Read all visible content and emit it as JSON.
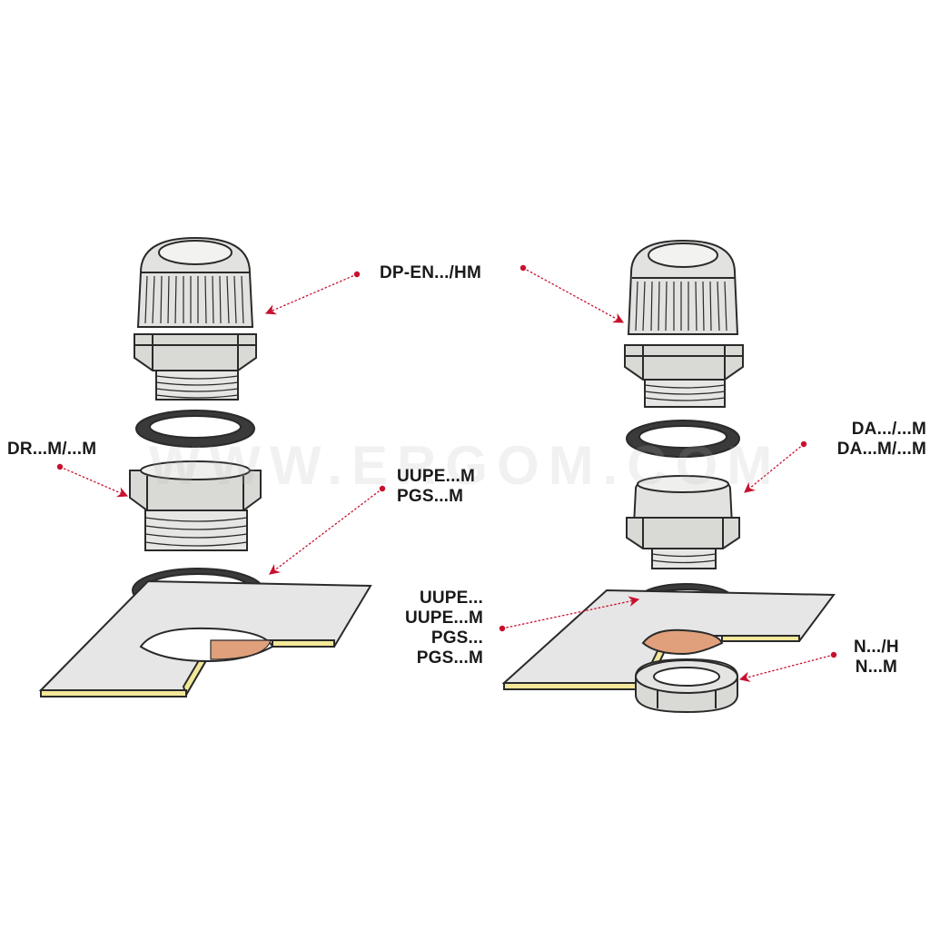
{
  "watermark": "WWW.ERGOM.COM",
  "labels": {
    "dp_en": "DP-EN.../HM",
    "dr": "DR...M/...M",
    "uupe_left": [
      "UUPE...M",
      "PGS...M"
    ],
    "da": [
      "DA.../...M",
      "DA...M/...M"
    ],
    "uupe_right": [
      "UUPE...",
      "UUPE...M",
      "PGS...",
      "PGS...M"
    ],
    "n": [
      "N.../H",
      "N...M"
    ]
  },
  "colors": {
    "outline": "#2a2a2a",
    "part_fill": "#e2e2e0",
    "part_shade": "#c9c9c6",
    "gasket": "#3a3a3a",
    "plate": "#e6e6e6",
    "plate_edge": "#f3e79a",
    "thread_copper": "#e0a07c",
    "arrow_red": "#c8102e"
  }
}
